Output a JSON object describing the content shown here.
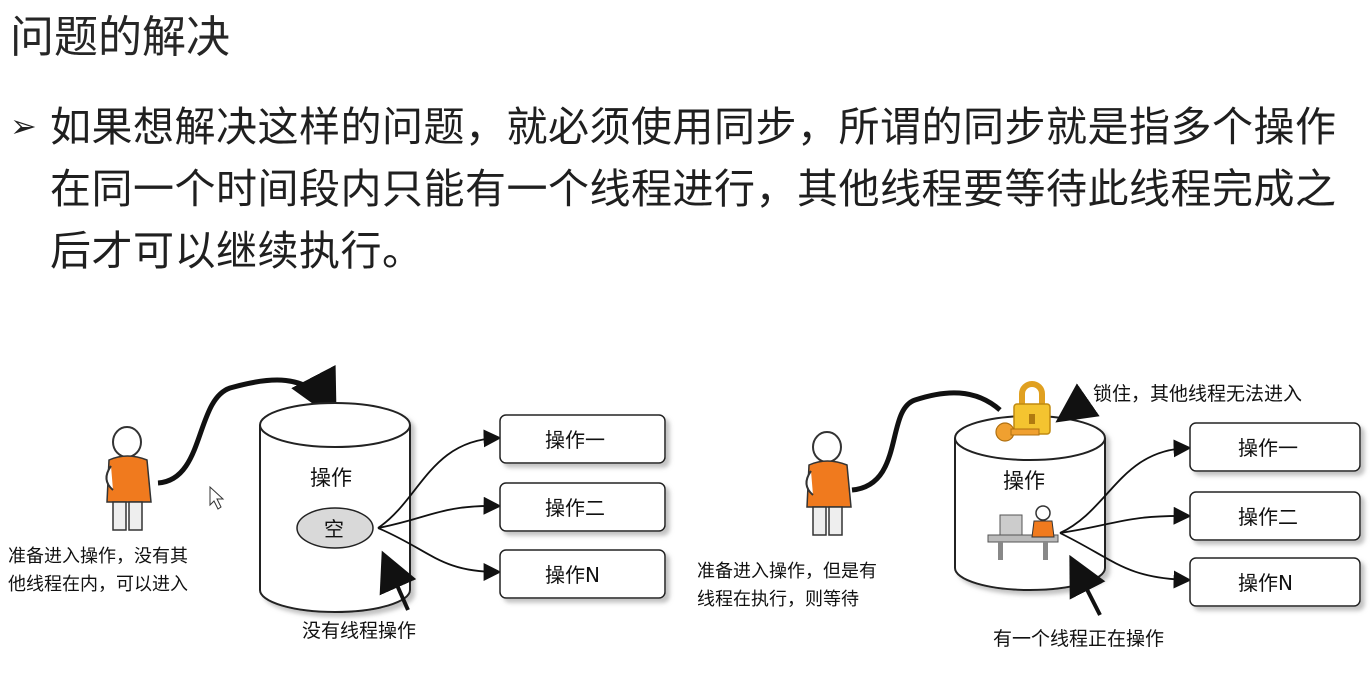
{
  "slide": {
    "title": "问题的解决",
    "bullet_icon": "arrowhead-bullet-icon",
    "bullet_text": "如果想解决这样的问题，就必须使用同步，所谓的同步就是指多个操作在同一个时间段内只能有一个线程进行，其他线程要等待此线程完成之后才可以继续执行。"
  },
  "diagram_left": {
    "person_caption_line1": "准备进入操作，没有其",
    "person_caption_line2": "他线程在内，可以进入",
    "cylinder_label": "操作",
    "slot_label": "空",
    "bottom_caption": "没有线程操作",
    "ops": [
      "操作一",
      "操作二",
      "操作N"
    ]
  },
  "diagram_right": {
    "person_caption_line1": "准备进入操作，但是有",
    "person_caption_line2": "线程在执行，则等待",
    "lock_caption": "锁住，其他线程无法进入",
    "cylinder_label": "操作",
    "bottom_caption": "有一个线程正在操作",
    "ops": [
      "操作一",
      "操作二",
      "操作N"
    ]
  },
  "colors": {
    "person_shirt": "#f07a1e",
    "lock": "#f4c430",
    "key": "#f0a030"
  }
}
